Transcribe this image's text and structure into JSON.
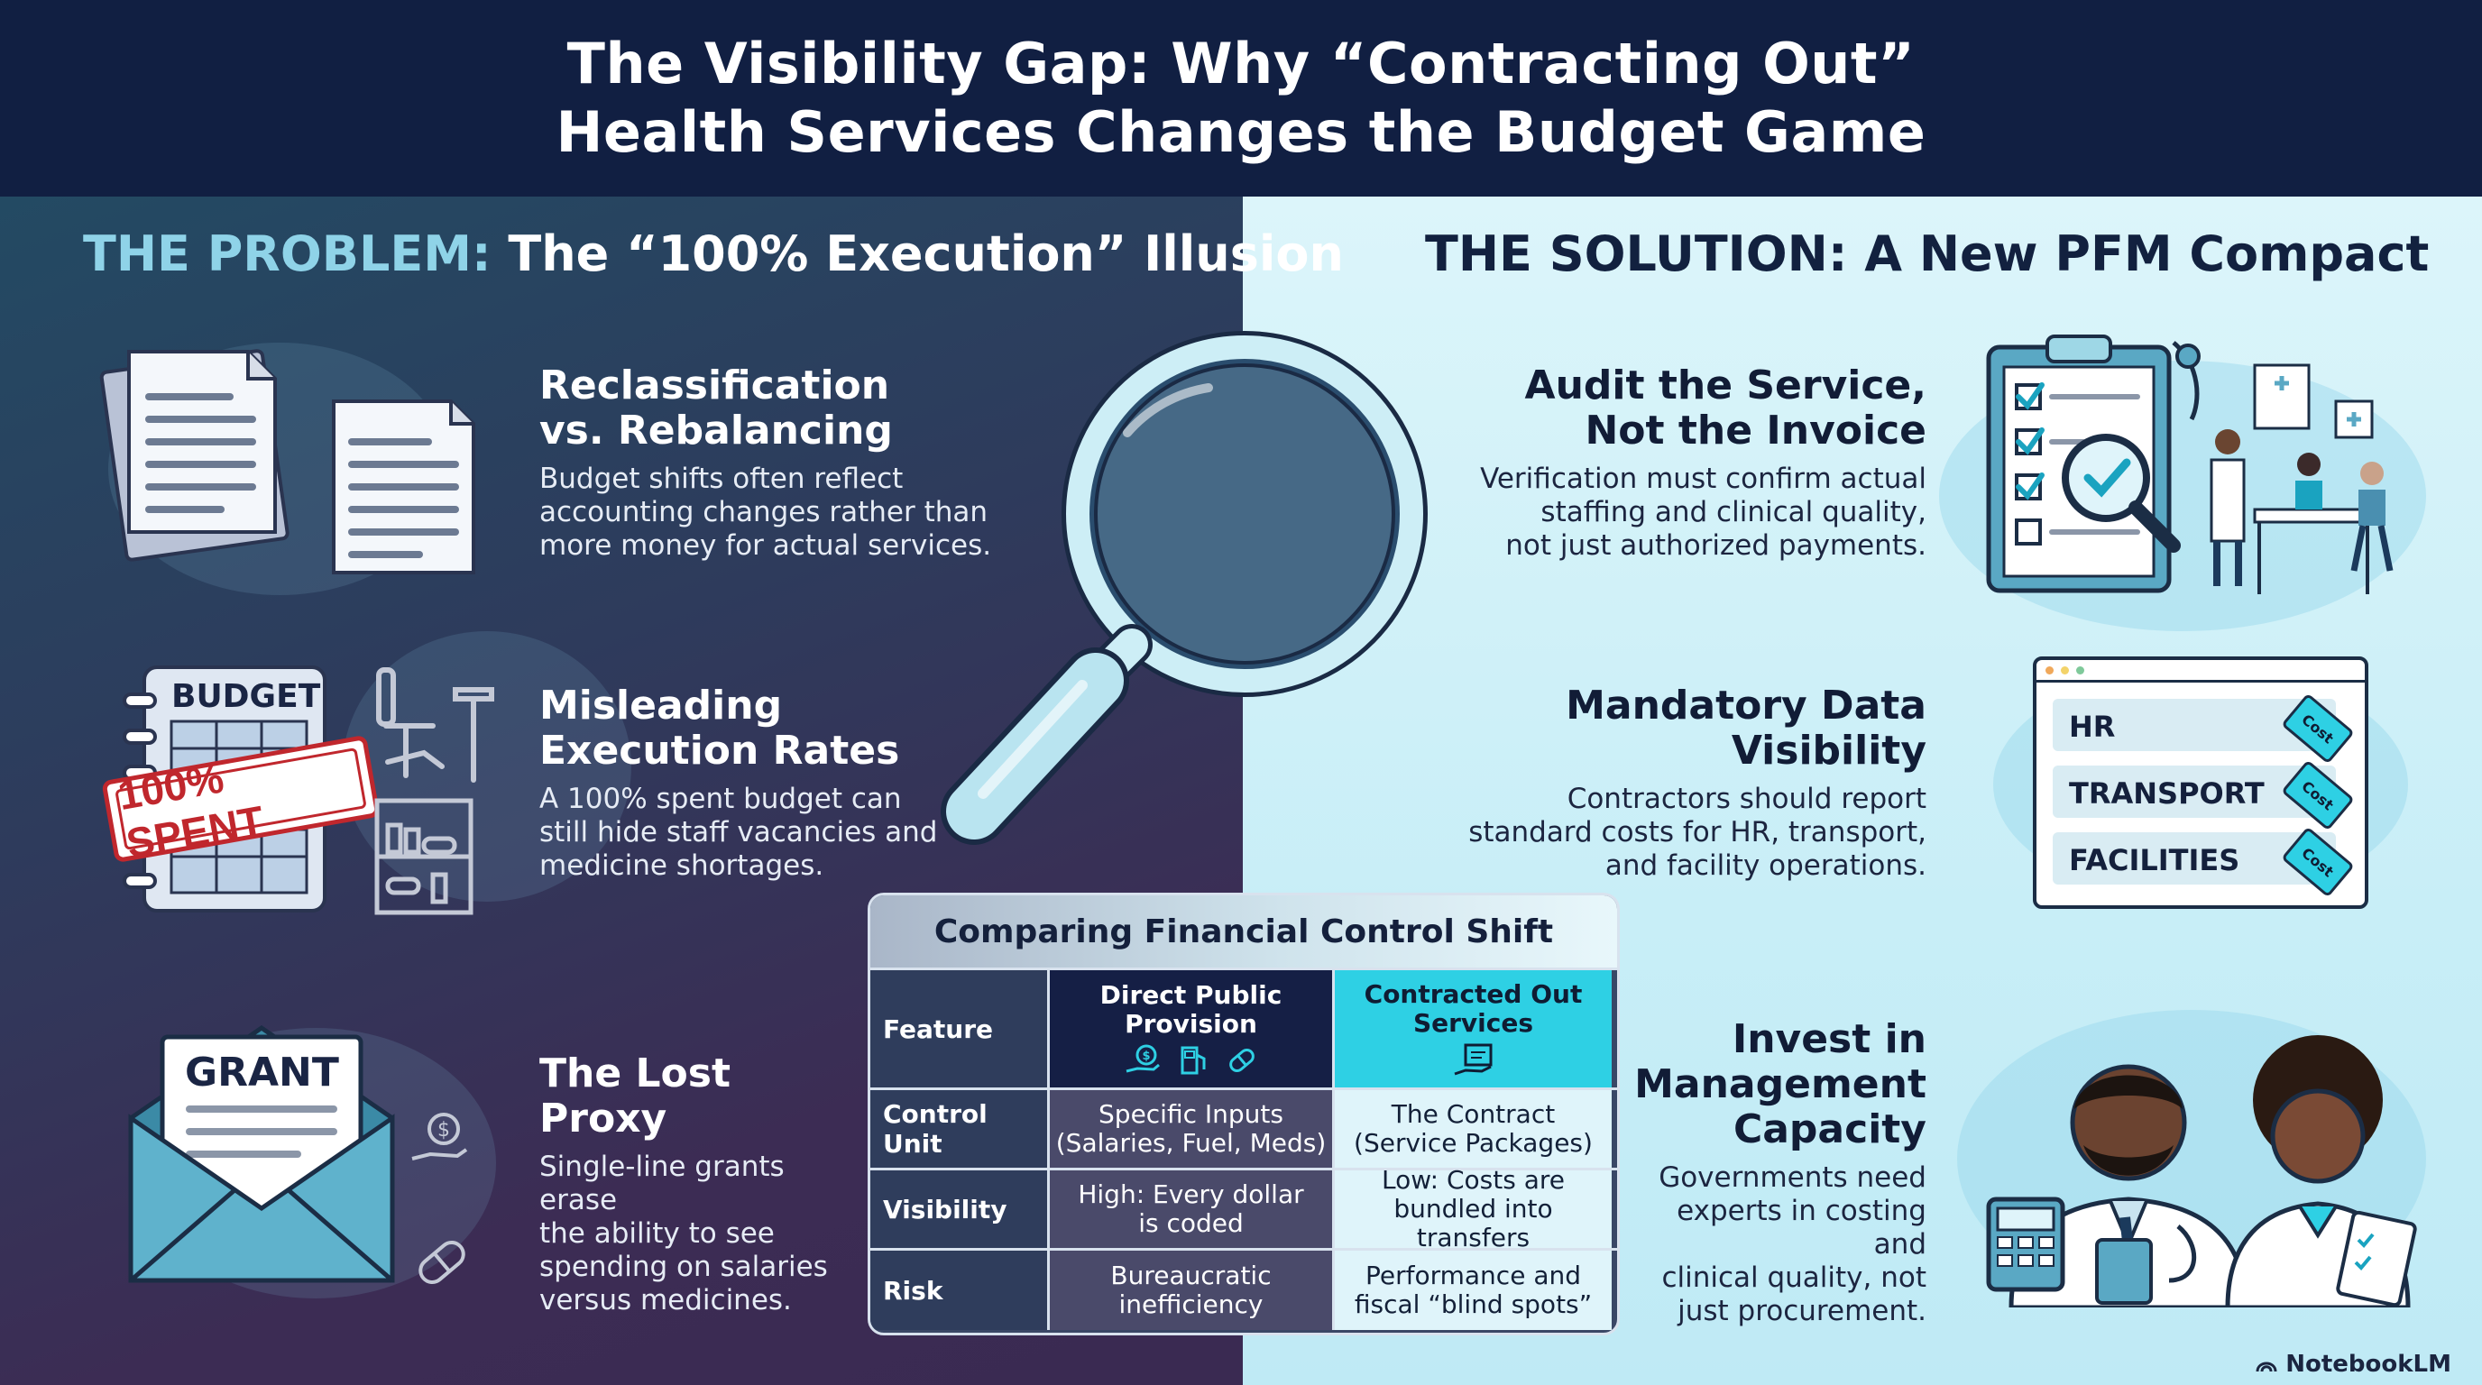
{
  "header": {
    "title_line1": "The Visibility Gap: Why “Contracting Out”",
    "title_line2": "Health Services Changes the Budget Game"
  },
  "problem": {
    "heading_accent": "THE PROBLEM:",
    "heading_rest": "The “100% Execution” Illusion",
    "items": [
      {
        "title_line1": "Reclassification",
        "title_line2": "vs. Rebalancing",
        "desc_line1": "Budget shifts often reflect",
        "desc_line2": "accounting changes rather than",
        "desc_line3": "more money for actual services."
      },
      {
        "title_line1": "Misleading",
        "title_line2": "Execution Rates",
        "desc_line1": "A 100% spent budget can",
        "desc_line2": "still hide staff vacancies and",
        "desc_line3": "medicine shortages."
      },
      {
        "title_line1": "The Lost Proxy",
        "desc_line1": "Single-line grants erase",
        "desc_line2": "the ability to see",
        "desc_line3": "spending on salaries",
        "desc_line4": "versus medicines."
      }
    ],
    "budget_label": "BUDGET",
    "spent_stamp": "100% SPENT",
    "grant_label": "GRANT"
  },
  "solution": {
    "heading": "THE SOLUTION: A New PFM Compact",
    "items": [
      {
        "title_line1": "Audit the Service,",
        "title_line2": "Not the Invoice",
        "desc_line1": "Verification must confirm actual",
        "desc_line2": "staffing and clinical quality,",
        "desc_line3": "not just authorized payments."
      },
      {
        "title_line1": "Mandatory Data",
        "title_line2": "Visibility",
        "desc_line1": "Contractors should report",
        "desc_line2": "standard costs for HR, transport,",
        "desc_line3": "and facility operations."
      },
      {
        "title_line1": "Invest in",
        "title_line2": "Management",
        "title_line3": "Capacity",
        "desc_line1": "Governments need",
        "desc_line2": "experts in costing and",
        "desc_line3": "clinical quality, not",
        "desc_line4": "just procurement."
      }
    ],
    "cost_rows": [
      "HR",
      "TRANSPORT",
      "FACILITIES"
    ],
    "cost_tag": "Cost"
  },
  "table": {
    "title": "Comparing Financial Control Shift",
    "col_feature": "Feature",
    "col_direct_line1": "Direct Public",
    "col_direct_line2": "Provision",
    "col_contract_line1": "Contracted Out",
    "col_contract_line2": "Services",
    "rows": [
      {
        "feature": "Control Unit",
        "direct_line1": "Specific Inputs",
        "direct_line2": "(Salaries, Fuel, Meds)",
        "contract_line1": "The Contract",
        "contract_line2": "(Service Packages)"
      },
      {
        "feature": "Visibility",
        "direct_line1": "High: Every dollar",
        "direct_line2": "is coded",
        "contract_line1": "Low: Costs are",
        "contract_line2": "bundled into transfers"
      },
      {
        "feature": "Risk",
        "direct_line1": "Bureaucratic",
        "direct_line2": "inefficiency",
        "contract_line1": "Performance and",
        "contract_line2": "fiscal “blind spots”"
      }
    ]
  },
  "brand": "NotebookLM",
  "colors": {
    "header_bg": "#111f42",
    "accent_cyan": "#2ed0e4",
    "problem_accent": "#8fd3e8",
    "stamp_red": "#c0272d",
    "envelope_teal": "#4aa3bd"
  }
}
